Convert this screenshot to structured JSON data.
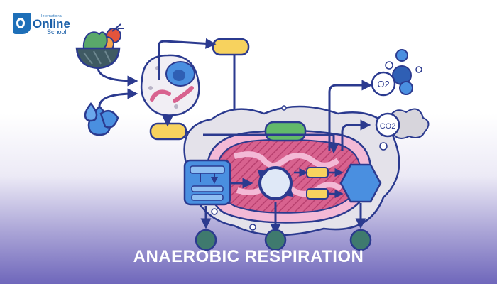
{
  "logo": {
    "small_text": "International",
    "main_text": "Online",
    "sub_text": "School"
  },
  "title": "ANAEROBIC RESPIRATION",
  "labels": {
    "oxygen": "O2",
    "carbon_dioxide": "CO2"
  },
  "colors": {
    "outline": "#2b3a8f",
    "cell": "#e9e6ef",
    "mito_outer": "#f3b9d6",
    "mito_inner": "#d8628f",
    "yellow_box": "#f7d25e",
    "green_box": "#62b96a",
    "blue_box": "#4a8fe0",
    "node": "#3f7a6e",
    "brand": "#1e6fb8"
  },
  "icons": [
    "salad-bowl-icon",
    "water-drops-icon",
    "cell-icon",
    "mitochondrion-icon",
    "oxygen-molecule-icon",
    "carbon-dioxide-cloud-icon",
    "cycle-arrows-icon"
  ]
}
